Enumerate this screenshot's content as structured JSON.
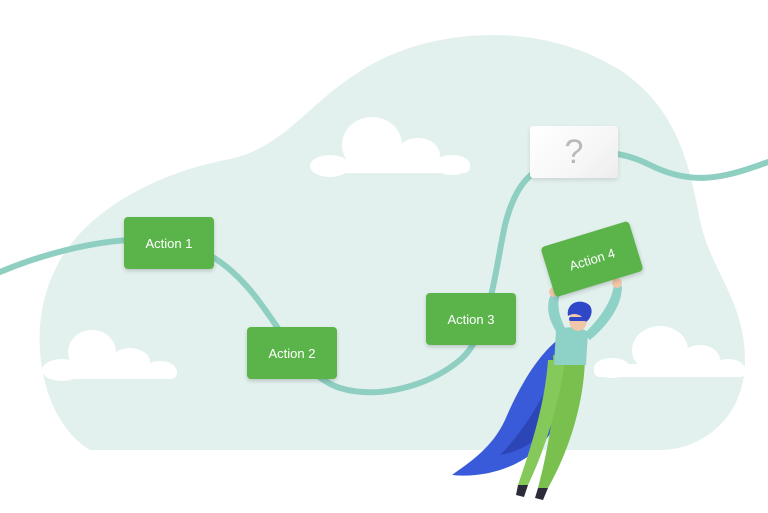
{
  "diagram": {
    "steps": [
      {
        "label": "Action 1"
      },
      {
        "label": "Action 2"
      },
      {
        "label": "Action 3"
      },
      {
        "label": "Action 4"
      }
    ],
    "unknown_step": {
      "label": "?"
    }
  },
  "colors": {
    "blob": "#e3f1ee",
    "path": "#8ecfc2",
    "card": "#5bb44a",
    "cloud": "#ffffff",
    "cape": "#3a5bd9",
    "pants": "#7ac04f",
    "shirt": "#8ed1c7",
    "hair": "#2f47c9"
  },
  "icons": [
    "cloud-icon",
    "superhero-figure"
  ]
}
